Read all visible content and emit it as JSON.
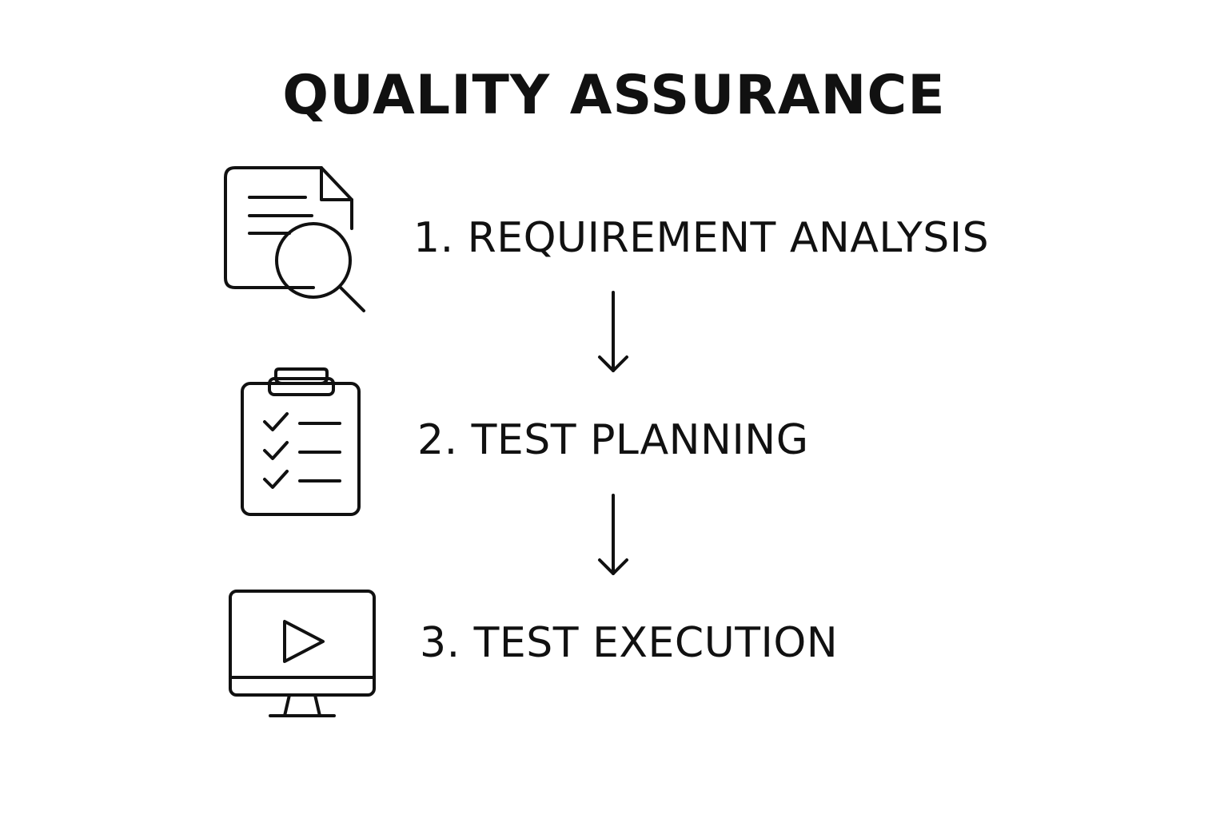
{
  "title": "QUALITY ASSURANCE",
  "steps": [
    {
      "label": "1. REQUIREMENT ANALYSIS",
      "icon": "document-search-icon"
    },
    {
      "label": "2. TEST PLANNING",
      "icon": "clipboard-checklist-icon"
    },
    {
      "label": "3. TEST EXECUTION",
      "icon": "monitor-play-icon"
    }
  ],
  "colors": {
    "ink": "#111111",
    "background": "#ffffff"
  }
}
